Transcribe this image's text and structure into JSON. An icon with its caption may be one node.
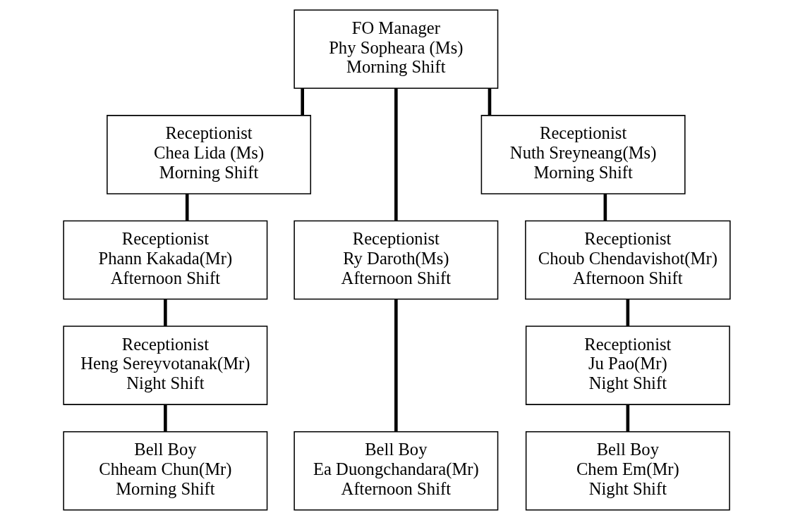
{
  "diagram": {
    "nodes": [
      {
        "text": [
          "FO Manager",
          "Phy Sopheara (Ms)",
          "Morning Shift"
        ]
      },
      {
        "text": [
          "Receptionist",
          "Chea Lida (Ms)",
          "Morning Shift"
        ]
      },
      {
        "text": [
          "Receptionist",
          "Phann Kakada(Mr)",
          "Afternoon Shift"
        ]
      },
      {
        "text": [
          "Receptionist",
          "Heng Sereyvotanak(Mr)",
          "Night Shift"
        ]
      },
      {
        "text": [
          "Bell Boy",
          "Chheam Chun(Mr)",
          "Morning Shift"
        ]
      },
      {
        "text": [
          "Receptionist",
          "Ry Daroth(Ms)",
          "Afternoon Shift"
        ]
      },
      {
        "text": [
          "Bell Boy",
          "Ea Duongchandara(Mr)",
          "Afternoon Shift"
        ]
      },
      {
        "text": [
          "Receptionist",
          "Nuth Sreyneang(Ms)",
          "Morning Shift"
        ]
      },
      {
        "text": [
          "Receptionist",
          "Choub Chendavishot(Mr)",
          "Afternoon Shift"
        ]
      },
      {
        "text": [
          "Receptionist",
          "Ju Pao(Mr)",
          "Night Shift"
        ]
      },
      {
        "text": [
          "Bell Boy",
          "Chem Em(Mr)",
          "Night Shift"
        ]
      }
    ],
    "edges": [
      {
        "from": 0,
        "to": 1,
        "arrow": "none"
      },
      {
        "from": 0,
        "to": 5,
        "arrow": "none"
      },
      {
        "from": 0,
        "to": 7,
        "arrow": "none"
      },
      {
        "from": 1,
        "to": 2,
        "arrow": "none"
      },
      {
        "from": 2,
        "to": 3,
        "arrow": "none"
      },
      {
        "from": 3,
        "to": 4,
        "arrow": "none"
      },
      {
        "from": 5,
        "to": 6,
        "arrow": "none"
      },
      {
        "from": 7,
        "to": 8,
        "arrow": "none"
      },
      {
        "from": 8,
        "to": 9,
        "arrow": "none"
      },
      {
        "from": 9,
        "to": 10,
        "arrow": "none"
      }
    ]
  }
}
